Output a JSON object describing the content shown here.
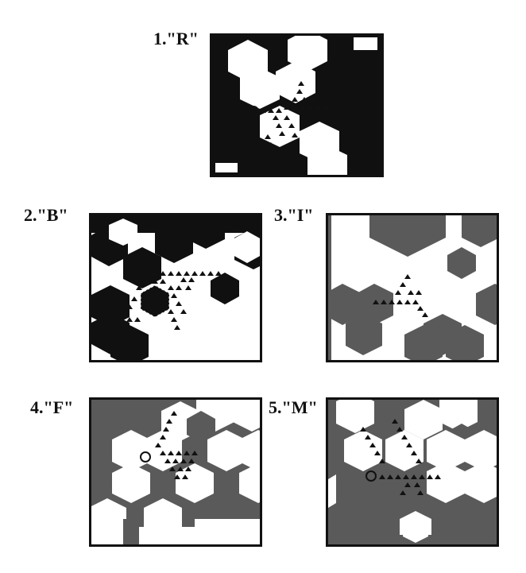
{
  "figure": {
    "panels": [
      {
        "id": "R",
        "label": "1.\"R\"",
        "shading": "black"
      },
      {
        "id": "B",
        "label": "2.\"B\"",
        "shading": "black"
      },
      {
        "id": "I",
        "label": "3.\"I\"",
        "shading": "dark-gray"
      },
      {
        "id": "F",
        "label": "4.\"F\"",
        "shading": "dark-gray"
      },
      {
        "id": "M",
        "label": "5.\"M\"",
        "shading": "dark-gray"
      }
    ],
    "colors": {
      "black": "#101010",
      "dark_gray": "#5a5a5a",
      "white": "#ffffff",
      "marker": "#111111"
    }
  }
}
